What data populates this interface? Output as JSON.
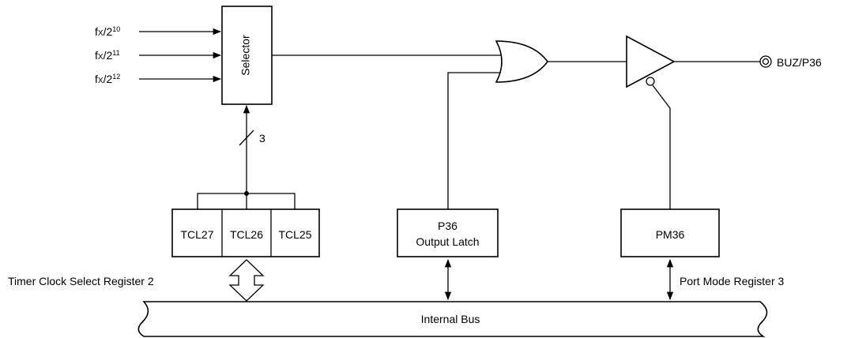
{
  "inputs": [
    {
      "base": "f",
      "sub": "X",
      "div": "/2",
      "exp": "10"
    },
    {
      "base": "f",
      "sub": "X",
      "div": "/2",
      "exp": "11"
    },
    {
      "base": "f",
      "sub": "X",
      "div": "/2",
      "exp": "12"
    }
  ],
  "selector_label": "Selector",
  "bus_width": "3",
  "tcl_cells": [
    "TCL27",
    "TCL26",
    "TCL25"
  ],
  "tcl_register_label": "Timer Clock Select Register 2",
  "latch_line1": "P36",
  "latch_line2": "Output Latch",
  "pm_label": "PM36",
  "port_mode_label": "Port Mode Register 3",
  "output_pin": "BUZ/P36",
  "internal_bus": "Internal Bus"
}
